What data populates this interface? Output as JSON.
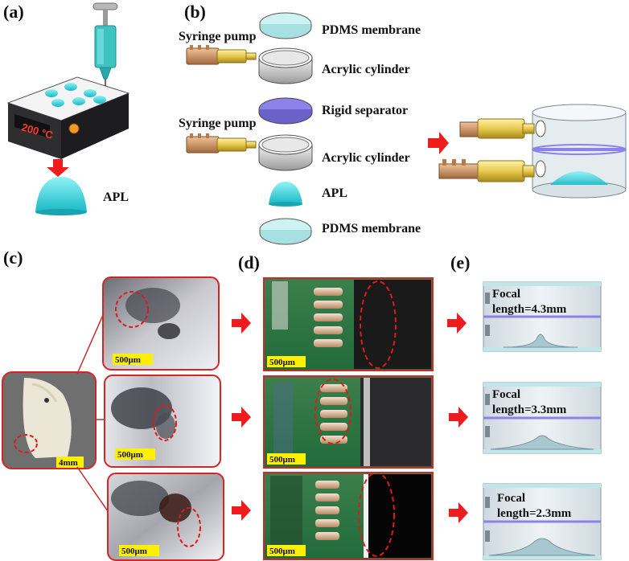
{
  "panels": {
    "a": "(a)",
    "b": "(b)",
    "c": "(c)",
    "d": "(d)",
    "e": "(e)"
  },
  "panel_a": {
    "temperature": "200 °C",
    "product_label": "APL"
  },
  "panel_b": {
    "syringe_pump_top": "Syringe pump",
    "syringe_pump_bottom": "Syringe pump",
    "parts": [
      "PDMS membrane",
      "Acrylic cylinder",
      "Rigid separator",
      "Acrylic cylinder",
      "APL",
      "PDMS membrane"
    ]
  },
  "panel_c": {
    "overview_scale": "4mm",
    "scales": [
      "500μm",
      "500μm",
      "500μm"
    ]
  },
  "panel_d": {
    "scales": [
      "500μm",
      "500μm",
      "500μm"
    ]
  },
  "panel_e": {
    "lines": [
      {
        "l1": "Focal",
        "l2": "length=4.3mm"
      },
      {
        "l1": "Focal",
        "l2": "length=3.3mm"
      },
      {
        "l1": "Focal",
        "l2": "length=2.3mm"
      }
    ]
  },
  "colors": {
    "accent_red": "#ee1c1c",
    "cyan": "#49d8e0",
    "separator_purple": "#8b82ea",
    "scale_label_bg": "#fff000"
  }
}
